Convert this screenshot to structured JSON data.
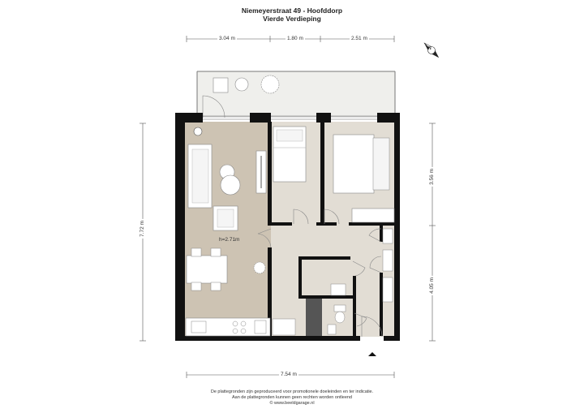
{
  "header": {
    "address": "Niemeyerstraat 49 - Hoofddorp",
    "floor": "Vierde Verdieping"
  },
  "dimensions": {
    "top_left": "3.04 m",
    "top_middle": "1.80 m",
    "top_right": "2.51 m",
    "left_total": "7.72 m",
    "right_upper": "3.56 m",
    "right_lower": "4.05 m",
    "bottom_total": "7.54 m"
  },
  "rooms": {
    "living_height": "h=2.71m"
  },
  "compass": {
    "letter": "N"
  },
  "footer": {
    "line1": "De plattegronden zijn geproduceerd voor promotionele doeleinden en ter indicatie.",
    "line2": "Aan de plattegronden kunnen geen rechten worden ontleend",
    "line3": "© www.beeldgarage.nl"
  },
  "colors": {
    "wall": "#111111",
    "floor_living": "#cdc3b3",
    "floor_rooms": "#e2ddd4",
    "terrace": "#efefec",
    "furniture": "#ffffff",
    "dark_block": "#555555"
  }
}
